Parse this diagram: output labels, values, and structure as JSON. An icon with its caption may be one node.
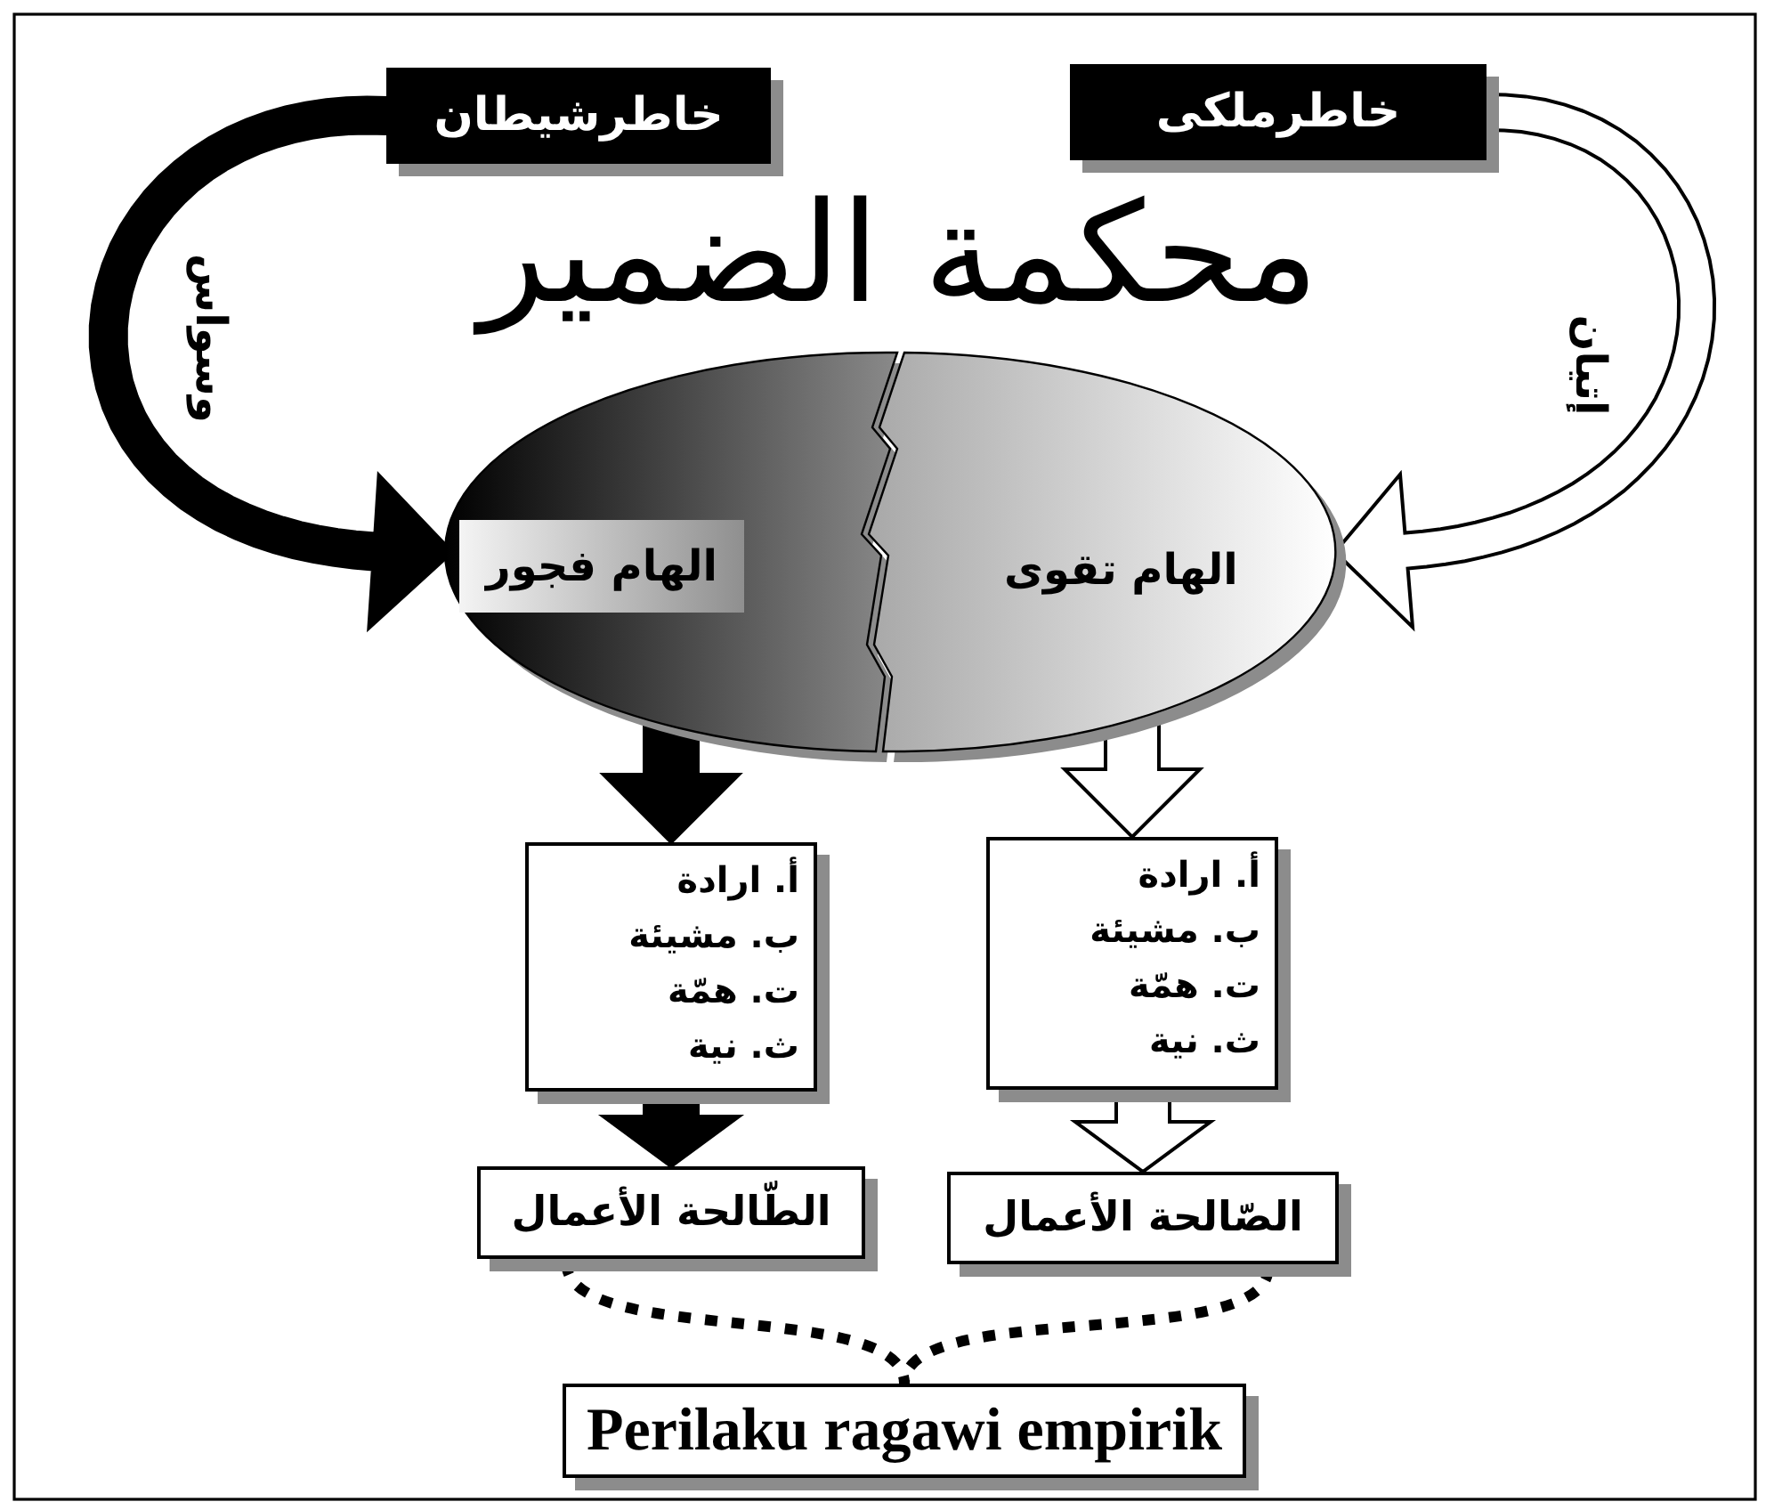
{
  "diagram": {
    "title": "محكمة الضمير",
    "nodes": [
      {
        "text": [
          "خاطرشيطان"
        ]
      },
      {
        "text": [
          "خاطرملكى"
        ]
      },
      {
        "text": [
          "الهام فجور"
        ]
      },
      {
        "text": [
          "الهام تقوى"
        ]
      },
      {
        "text": [
          "أ. ارادة",
          "ب. مشيئة",
          "ت. همّة",
          "ث. نية"
        ]
      },
      {
        "text": [
          "أ. ارادة",
          "ب. مشيئة",
          "ت. همّة",
          "ث. نية"
        ]
      },
      {
        "text": [
          "الطّالحة الأعمال"
        ]
      },
      {
        "text": [
          "الصّالحة الأعمال"
        ]
      },
      {
        "text": [
          "Perilaku ragawi empirik"
        ]
      }
    ],
    "edges": [
      {
        "from": 0,
        "to": 2,
        "arrow": "to",
        "label": "وسواس",
        "style": "thick"
      },
      {
        "from": 1,
        "to": 3,
        "arrow": "to",
        "label": "إتيان",
        "style": "thick",
        "color": "#ffffff"
      },
      {
        "from": 2,
        "to": 4,
        "arrow": "to",
        "style": "thick"
      },
      {
        "from": 3,
        "to": 5,
        "arrow": "to",
        "style": "thick",
        "color": "#ffffff"
      },
      {
        "from": 4,
        "to": 6,
        "arrow": "to",
        "style": "thick"
      },
      {
        "from": 5,
        "to": 7,
        "arrow": "to",
        "style": "thick",
        "color": "#ffffff"
      },
      {
        "from": 6,
        "to": 8,
        "arrow": "none",
        "style": "dashed"
      },
      {
        "from": 7,
        "to": 8,
        "arrow": "none",
        "style": "dashed"
      }
    ]
  }
}
